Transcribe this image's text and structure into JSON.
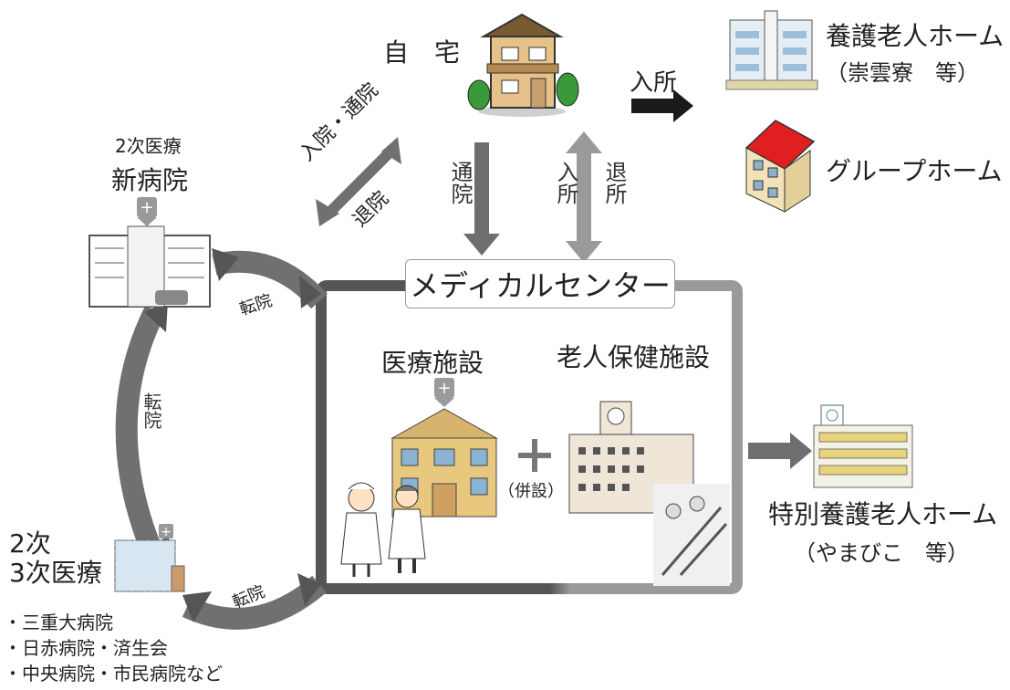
{
  "home": {
    "label": "自　宅"
  },
  "nursing_home": {
    "label": "養護老人ホーム",
    "sub": "（崇雲寮　等）"
  },
  "group_home": {
    "label": "グループホーム"
  },
  "admission_arrow": {
    "label": "入所"
  },
  "commute_arrow": {
    "label": "通院"
  },
  "admit_discharge": {
    "admit": "入所",
    "discharge": "退所"
  },
  "hospital_in_out": {
    "top": "入院・通院",
    "bottom": "退院"
  },
  "new_hospital": {
    "level": "2次医療",
    "name": "新病院"
  },
  "medical_center": {
    "title": "メディカルセンター",
    "left_label": "医療施設",
    "right_label": "老人保健施設",
    "plus_label": "（併設）"
  },
  "transfer": {
    "top": "転院",
    "left": "転院",
    "bottom": "転院"
  },
  "tertiary": {
    "line1": "2次",
    "line2": "3次医療",
    "list": [
      "・三重大病院",
      "・日赤病院・済生会",
      "・中央病院・市民病院など"
    ]
  },
  "special_nursing": {
    "label": "特別養護老人ホーム",
    "sub": "（やまびこ　等）"
  },
  "colors": {
    "arrow_dark": "#6e6e6e",
    "arrow_black": "#1a1a1a",
    "frame_dark": "#555555",
    "frame_light": "#9a9a9a",
    "group_roof": "#e02020"
  }
}
